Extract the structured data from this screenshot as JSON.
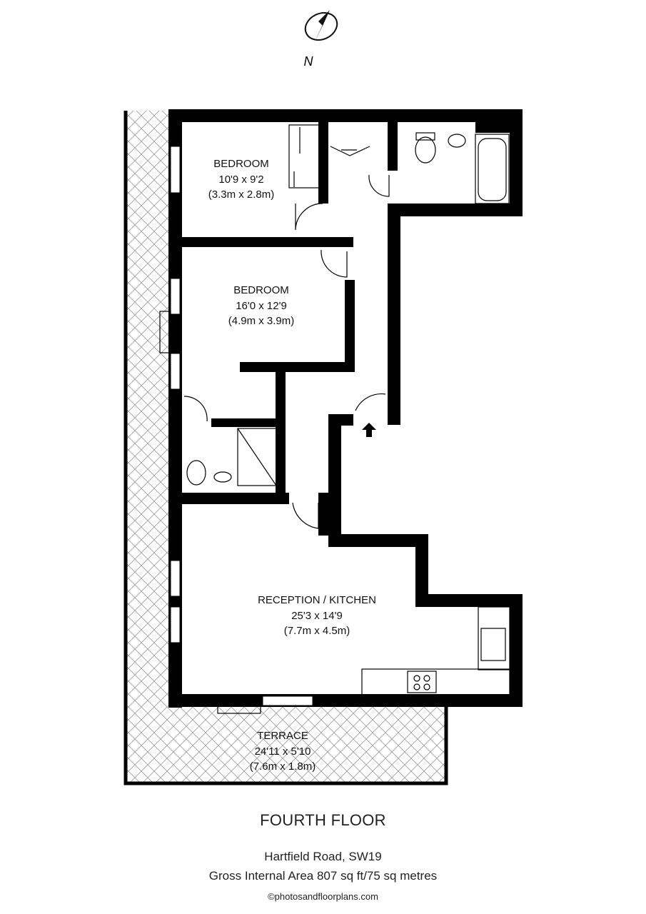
{
  "compass": {
    "label": "N",
    "icon": "north-arrow-icon"
  },
  "rooms": {
    "bedroom_1": {
      "name": "BEDROOM",
      "imperial": "10'9 x 9'2",
      "metric": "(3.3m x 2.8m)"
    },
    "bedroom_2": {
      "name": "BEDROOM",
      "imperial": "16'0 x 12'9",
      "metric": "(4.9m x 3.9m)"
    },
    "reception": {
      "name": "RECEPTION / KITCHEN",
      "imperial": "25'3 x 14'9",
      "metric": "(7.7m x 4.5m)"
    },
    "terrace": {
      "name": "TERRACE",
      "imperial": "24'11 x 5'10",
      "metric": "(7.6m x 1.8m)"
    }
  },
  "footer": {
    "floor": "FOURTH FLOOR",
    "address": "Hartfield Road, SW19",
    "area": "Gross Internal Area 807 sq ft/75 sq metres",
    "copyright": "©photosandfloorplans.com"
  },
  "colors": {
    "wall": "#000000",
    "hatch": "#9a9a9a",
    "background": "#ffffff"
  }
}
